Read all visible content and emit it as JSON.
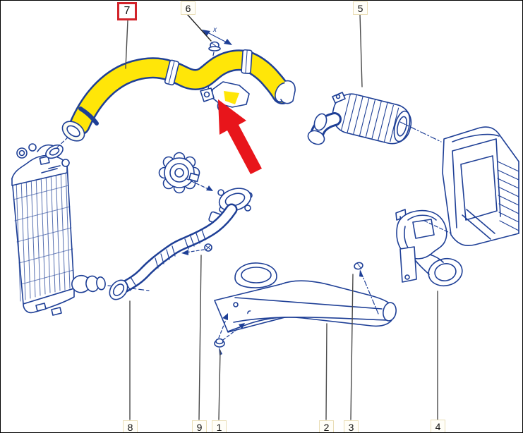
{
  "diagram": {
    "callouts": [
      {
        "number": "1",
        "part": "duct-fixing-screw",
        "highlighted": false
      },
      {
        "number": "2",
        "part": "air-intake-duct",
        "highlighted": false
      },
      {
        "number": "3",
        "part": "duct-fixing-screw",
        "highlighted": false
      },
      {
        "number": "4",
        "part": "air-inlet-resonator",
        "highlighted": false
      },
      {
        "number": "5",
        "part": "air-intake-hose",
        "highlighted": false
      },
      {
        "number": "6",
        "part": "hose-bracket-screw",
        "highlighted": false
      },
      {
        "number": "7",
        "part": "intercooler-outlet-hose",
        "highlighted": true
      },
      {
        "number": "8",
        "part": "lower-intercooler-hose",
        "highlighted": false
      },
      {
        "number": "9",
        "part": "hose-clamp-screw",
        "highlighted": false
      }
    ],
    "annotations": {
      "direction_marker": "x"
    },
    "unnumbered_parts": [
      "intercooler",
      "throttle-body",
      "air-filter-housing"
    ],
    "colors": {
      "artwork_line": "#1e3f96",
      "highlight_fill": "#ffe608",
      "highlight_callout_border": "#d2232a",
      "arrow": "#e8151b",
      "callout_border": "#e9ddb6",
      "callout_background": "#fffef8",
      "leader_line": "#4a4a4a",
      "page_border": "#000000",
      "background": "#ffffff"
    }
  }
}
